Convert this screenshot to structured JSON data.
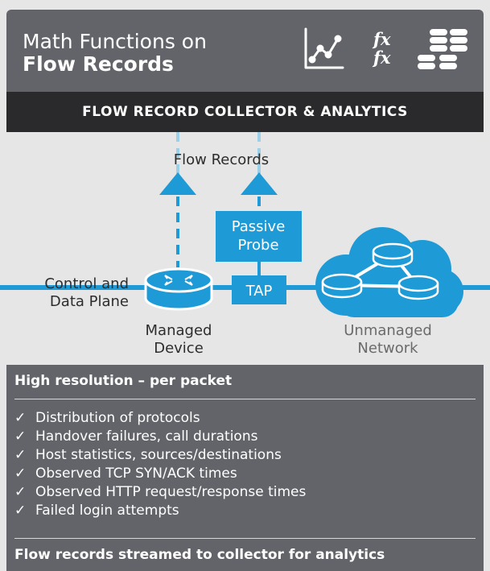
{
  "header": {
    "title_line1": "Math Functions on",
    "title_line2": "Flow Records",
    "fx_top": "fx",
    "fx_bottom": "fx",
    "collector_label": "FLOW RECORD COLLECTOR & ANALYTICS"
  },
  "diagram": {
    "flow_records_label": "Flow Records",
    "passive_probe_line1": "Passive",
    "passive_probe_line2": "Probe",
    "tap_label": "TAP",
    "control_line1": "Control and",
    "control_line2": "Data Plane",
    "managed_line1": "Managed",
    "managed_line2": "Device",
    "unmanaged_line1": "Unmanaged",
    "unmanaged_line2": "Network"
  },
  "details": {
    "heading": "High resolution – per packet",
    "items": [
      "Distribution of protocols",
      "Handover failures, call durations",
      "Host statistics, sources/destinations",
      "Observed TCP SYN/ACK times",
      "Observed HTTP request/response times",
      "Failed login attempts"
    ],
    "footer": "Flow records streamed to collector for analytics"
  },
  "colors": {
    "accent_blue": "#1e9ad6",
    "panel_gray": "#626469",
    "bar_dark": "#2a2a2c",
    "background": "#e6e6e6"
  },
  "icons": [
    "line-chart-icon",
    "function-fx-icon",
    "database-stack-icon",
    "checkmark-icon",
    "router-icon",
    "cloud-icon",
    "arrow-up-icon"
  ]
}
